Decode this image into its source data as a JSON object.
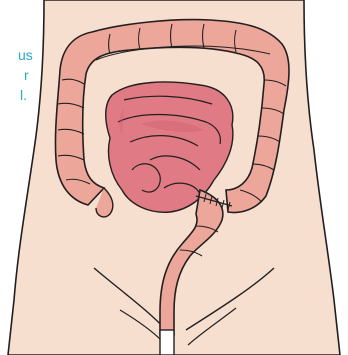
{
  "caption": {
    "lines": [
      "us",
      "r",
      "l."
    ]
  },
  "colors": {
    "body_fill": "#f6dfcf",
    "colon_fill": "#eda79a",
    "colon_line": "#2b1d1b",
    "small_bowel_fill": "#e07a84",
    "small_bowel_deep": "#cf5f6c",
    "caption": "#2aa9c8",
    "outline": "#231f20"
  },
  "icons": {
    "colon": "large-intestine-illustration",
    "small_bowel": "small-intestine-illustration"
  }
}
